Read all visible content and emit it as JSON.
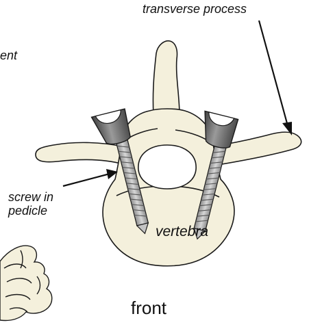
{
  "labels": {
    "transverse_process": "transverse process",
    "ent_fragment": "ent",
    "screw_in_pedicle": "screw in pedicle",
    "vertebra": "vertebra",
    "front": "front"
  },
  "colors": {
    "bone_fill": "#f4f0dc",
    "bone_stroke": "#1a1a1a",
    "screw_thread": "#b8b8b8",
    "screw_cap": "#6b6b6b",
    "background": "#ffffff"
  }
}
